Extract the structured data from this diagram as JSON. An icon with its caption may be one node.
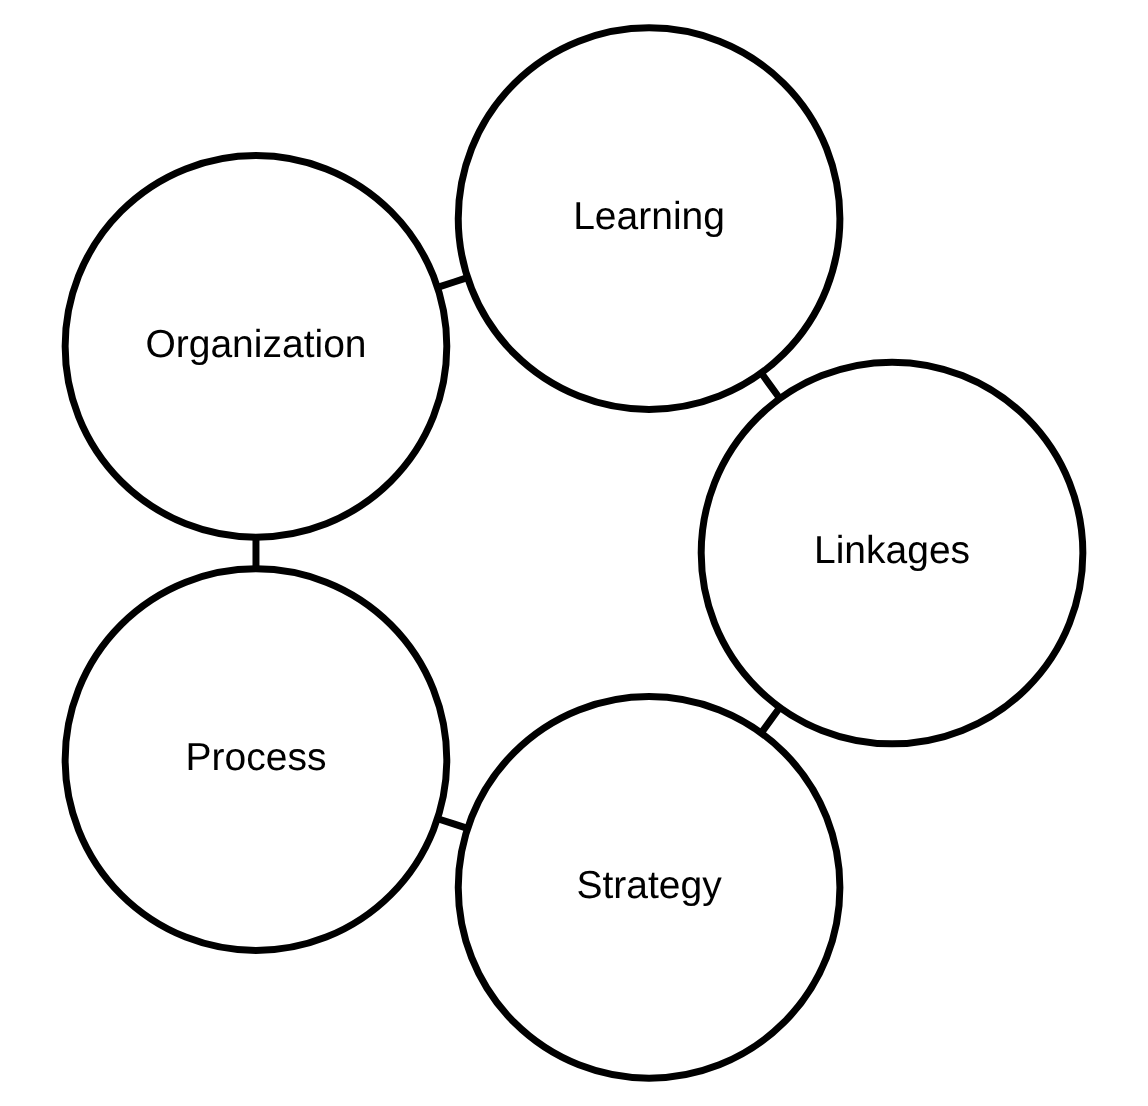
{
  "diagram": {
    "nodes": [
      {
        "text": [
          "Strategy"
        ]
      },
      {
        "text": [
          "Process"
        ]
      },
      {
        "text": [
          "Organization"
        ]
      },
      {
        "text": [
          "Learning"
        ]
      },
      {
        "text": [
          "Linkages"
        ]
      }
    ],
    "edges": [
      {
        "from": 0,
        "to": 1,
        "arrow": "none"
      },
      {
        "from": 1,
        "to": 2,
        "arrow": "none"
      },
      {
        "from": 2,
        "to": 3,
        "arrow": "none"
      },
      {
        "from": 3,
        "to": 4,
        "arrow": "none"
      },
      {
        "from": 4,
        "to": 0,
        "arrow": "none"
      }
    ]
  }
}
